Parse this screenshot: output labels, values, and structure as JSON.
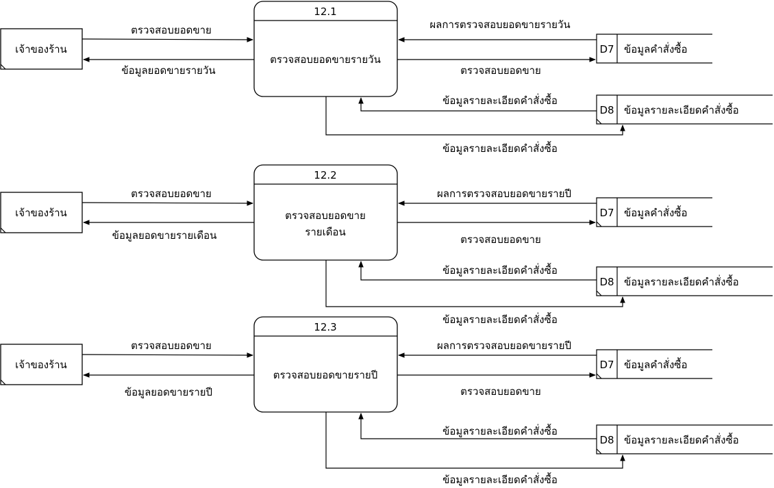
{
  "external_entity": "เจ้าของร้าน",
  "data_stores": {
    "d7": {
      "id": "D7",
      "name": "ข้อมูลคำสั่งซื้อ"
    },
    "d8": {
      "id": "D8",
      "name": "ข้อมูลรายละเอียดคำสั่งซื้อ"
    }
  },
  "common_flows": {
    "to_process": "ตรวจสอบยอดขาย",
    "to_d7": "ตรวจสอบยอดขาย",
    "d8_to_process": "ข้อมูลรายละเอียดคำสั่งซื้อ",
    "process_to_d8": "ข้อมูลรายละเอียดคำสั่งซื้อ"
  },
  "processes": [
    {
      "number": "12.1",
      "name_line1": "ตรวจสอบยอดขายรายวัน",
      "name_line2": "",
      "from_d7": "ผลการตรวจสอบยอดขายรายวัน",
      "to_entity": "ข้อมูลยอดขายรายวัน"
    },
    {
      "number": "12.2",
      "name_line1": "ตรวจสอบยอดขาย",
      "name_line2": "รายเดือน",
      "from_d7": "ผลการตรวจสอบยอดขายรายปี",
      "to_entity": "ข้อมูลยอดขายรายเดือน"
    },
    {
      "number": "12.3",
      "name_line1": "ตรวจสอบยอดขายรายปี",
      "name_line2": "",
      "from_d7": "ผลการตรวจสอบยอดขายรายปี",
      "to_entity": "ข้อมูลยอดขายรายปี"
    }
  ]
}
